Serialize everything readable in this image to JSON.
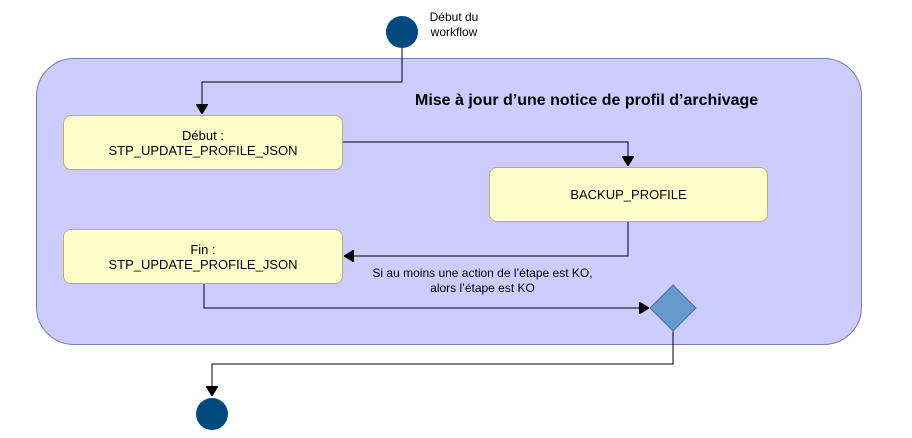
{
  "colors": {
    "container_fill": "#ccccff",
    "box_fill": "#ffffcc",
    "node_fill": "#004a80",
    "decision_fill": "#6699cc",
    "wire": "#000000"
  },
  "diagram": {
    "title": "Mise à jour d’une notice de profil d’archivage",
    "start_node": {
      "label_line1": "Début du",
      "label_line2": "workflow"
    },
    "steps": [
      {
        "line1": "Début :",
        "line2": "STP_UPDATE_PROFILE_JSON"
      },
      {
        "line1": "BACKUP_PROFILE",
        "line2": ""
      },
      {
        "line1": "Fin :",
        "line2": "STP_UPDATE_PROFILE_JSON"
      }
    ],
    "note": {
      "line1": "Si au moins une action de l’étape est KO,",
      "line2": "alors l’étape est KO"
    }
  }
}
